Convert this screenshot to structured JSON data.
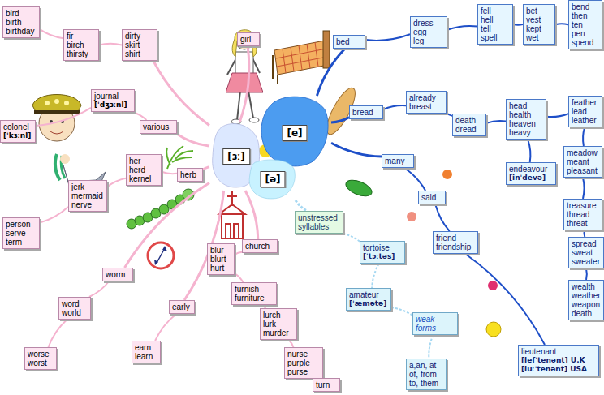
{
  "diagram": {
    "nodes": [
      {
        "text": [
          "[ɜː]"
        ]
      },
      {
        "text": [
          "[e]"
        ]
      },
      {
        "text": [
          "[ə]"
        ]
      },
      {
        "text": [
          "bird birth birthday"
        ]
      },
      {
        "text": [
          "fir birch thirsty"
        ]
      },
      {
        "text": [
          "dirty skirt shirt"
        ]
      },
      {
        "text": [
          "girl"
        ]
      },
      {
        "text": [
          "journal",
          "[ˈdʒɜːnl]"
        ]
      },
      {
        "text": [
          "colonel",
          "[ˈkɜːnl]"
        ]
      },
      {
        "text": [
          "various"
        ]
      },
      {
        "text": [
          "her herd kernel"
        ]
      },
      {
        "text": [
          "herb"
        ]
      },
      {
        "text": [
          "jerk mermaid nerve"
        ]
      },
      {
        "text": [
          "person serve term"
        ]
      },
      {
        "text": [
          "worm"
        ]
      },
      {
        "text": [
          "word world"
        ]
      },
      {
        "text": [
          "worse worst"
        ]
      },
      {
        "text": [
          "early"
        ]
      },
      {
        "text": [
          "earn learn"
        ]
      },
      {
        "text": [
          "church"
        ]
      },
      {
        "text": [
          "blur blurt hurt"
        ]
      },
      {
        "text": [
          "furnish furniture"
        ]
      },
      {
        "text": [
          "lurch lurk murder"
        ]
      },
      {
        "text": [
          "nurse purple purse"
        ]
      },
      {
        "text": [
          "turn"
        ]
      },
      {
        "text": [
          "bed"
        ]
      },
      {
        "text": [
          "dress egg leg"
        ]
      },
      {
        "text": [
          "fell hell tell spell"
        ]
      },
      {
        "text": [
          "bet vest kept wet"
        ]
      },
      {
        "text": [
          "bend then ten pen spend"
        ]
      },
      {
        "text": [
          "bread"
        ]
      },
      {
        "text": [
          "already breast"
        ]
      },
      {
        "text": [
          "death dread"
        ]
      },
      {
        "text": [
          "head health heaven heavy"
        ]
      },
      {
        "text": [
          "endeavour",
          "[inˈdevə]"
        ]
      },
      {
        "text": [
          "feather lead leather"
        ]
      },
      {
        "text": [
          "meadow meant pleasant"
        ]
      },
      {
        "text": [
          "treasure thread threat"
        ]
      },
      {
        "text": [
          "spread sweat sweater"
        ]
      },
      {
        "text": [
          "wealth weather weapon death"
        ]
      },
      {
        "text": [
          "many"
        ]
      },
      {
        "text": [
          "said"
        ]
      },
      {
        "text": [
          "friend friendship"
        ]
      },
      {
        "text": [
          "lieutenant",
          "[lefˈtenənt] U.K",
          "[luːˈtenənt] USA"
        ]
      },
      {
        "text": [
          "unstressed syllables"
        ]
      },
      {
        "text": [
          "tortoise",
          "[ˈtɔːtəs]"
        ]
      },
      {
        "text": [
          "amateur",
          "[ˈæmətə]"
        ]
      },
      {
        "text": [
          "weak forms"
        ]
      },
      {
        "text": [
          "a,an, at of, from to, them"
        ]
      }
    ],
    "edges": [
      {
        "from": 0,
        "to": 5,
        "arrow": "none"
      },
      {
        "from": 5,
        "to": 4,
        "arrow": "none"
      },
      {
        "from": 4,
        "to": 3,
        "arrow": "none"
      },
      {
        "from": 0,
        "to": 6,
        "arrow": "none"
      },
      {
        "from": 0,
        "to": 9,
        "arrow": "none"
      },
      {
        "from": 9,
        "to": 7,
        "arrow": "none"
      },
      {
        "from": 7,
        "to": 8,
        "arrow": "none"
      },
      {
        "from": 0,
        "to": 11,
        "arrow": "none"
      },
      {
        "from": 11,
        "to": 10,
        "arrow": "none"
      },
      {
        "from": 10,
        "to": 12,
        "arrow": "none"
      },
      {
        "from": 12,
        "to": 13,
        "arrow": "none"
      },
      {
        "from": 0,
        "to": 14,
        "arrow": "none"
      },
      {
        "from": 14,
        "to": 15,
        "arrow": "none"
      },
      {
        "from": 15,
        "to": 16,
        "arrow": "none"
      },
      {
        "from": 0,
        "to": 17,
        "arrow": "none"
      },
      {
        "from": 17,
        "to": 18,
        "arrow": "none"
      },
      {
        "from": 0,
        "to": 19,
        "arrow": "none"
      },
      {
        "from": 19,
        "to": 20,
        "arrow": "none"
      },
      {
        "from": 20,
        "to": 21,
        "arrow": "none"
      },
      {
        "from": 21,
        "to": 22,
        "arrow": "none"
      },
      {
        "from": 22,
        "to": 23,
        "arrow": "none"
      },
      {
        "from": 23,
        "to": 24,
        "arrow": "none"
      },
      {
        "from": 1,
        "to": 25,
        "arrow": "none"
      },
      {
        "from": 25,
        "to": 26,
        "arrow": "none"
      },
      {
        "from": 26,
        "to": 27,
        "arrow": "none"
      },
      {
        "from": 27,
        "to": 28,
        "arrow": "none"
      },
      {
        "from": 28,
        "to": 29,
        "arrow": "none"
      },
      {
        "from": 1,
        "to": 30,
        "arrow": "none"
      },
      {
        "from": 30,
        "to": 31,
        "arrow": "none"
      },
      {
        "from": 31,
        "to": 32,
        "arrow": "none"
      },
      {
        "from": 32,
        "to": 33,
        "arrow": "none"
      },
      {
        "from": 33,
        "to": 35,
        "arrow": "none"
      },
      {
        "from": 33,
        "to": 34,
        "arrow": "none"
      },
      {
        "from": 35,
        "to": 36,
        "arrow": "none"
      },
      {
        "from": 36,
        "to": 37,
        "arrow": "none"
      },
      {
        "from": 37,
        "to": 38,
        "arrow": "none"
      },
      {
        "from": 38,
        "to": 39,
        "arrow": "none"
      },
      {
        "from": 1,
        "to": 40,
        "arrow": "none"
      },
      {
        "from": 40,
        "to": 41,
        "arrow": "none"
      },
      {
        "from": 41,
        "to": 42,
        "arrow": "none"
      },
      {
        "from": 42,
        "to": 43,
        "arrow": "none"
      },
      {
        "from": 2,
        "to": 44,
        "arrow": "none"
      },
      {
        "from": 44,
        "to": 45,
        "arrow": "none"
      },
      {
        "from": 45,
        "to": 46,
        "arrow": "none"
      },
      {
        "from": 46,
        "to": 47,
        "arrow": "none"
      },
      {
        "from": 47,
        "to": 48,
        "arrow": "none"
      }
    ]
  }
}
